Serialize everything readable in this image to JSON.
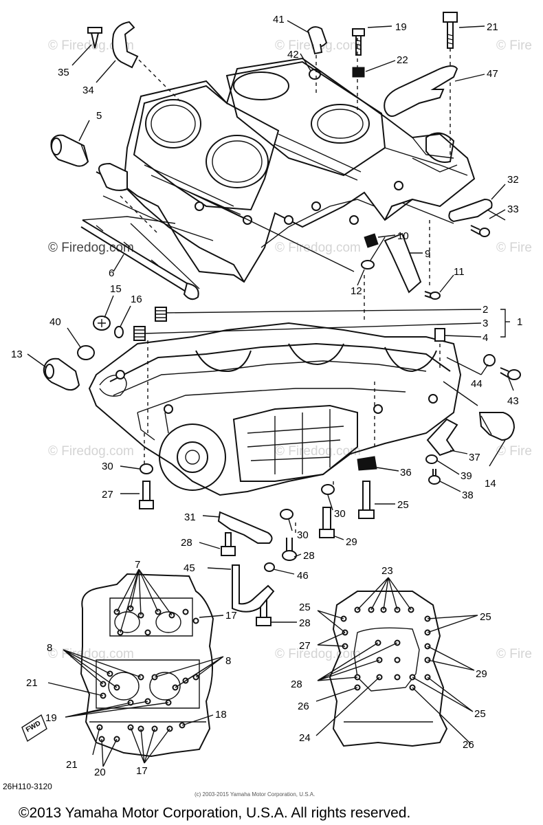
{
  "watermark": {
    "text": "© Firedog.com",
    "faint": "© Firedog.com",
    "edge": "© Fire"
  },
  "diagram_code": "26H110-3120",
  "small_copyright": "(c) 2003-2015 Yamaha Motor Corporation, U.S.A.",
  "copyright": "©2013 Yamaha Motor Corporation, U.S.A. All rights reserved.",
  "forward_label": "FWD",
  "callouts": {
    "c41": "41",
    "c19a": "19",
    "c21a": "21",
    "c42": "42",
    "c22": "22",
    "c35": "35",
    "c34": "34",
    "c47": "47",
    "c5": "5",
    "c32": "32",
    "c33": "33",
    "c10": "10",
    "c9": "9",
    "c6": "6",
    "c11": "11",
    "c12": "12",
    "c15": "15",
    "c16": "16",
    "c2": "2",
    "c3": "3",
    "c1": "1",
    "c4": "4",
    "c40": "40",
    "c13": "13",
    "c44": "44",
    "c43": "43",
    "c14": "14",
    "c37": "37",
    "c39": "39",
    "c38": "38",
    "c36": "36",
    "c30a": "30",
    "c27a": "27",
    "c25a": "25",
    "c30b": "30",
    "c31": "31",
    "c30c": "30",
    "c29a": "29",
    "c28a": "28",
    "c28b": "28",
    "c45": "45",
    "c46": "46",
    "c28c": "28",
    "c7": "7",
    "c17a": "17",
    "c23": "23",
    "c25b": "25",
    "c25c": "25",
    "c8a": "8",
    "c8b": "8",
    "c27b": "27",
    "c29b": "29",
    "c21b": "21",
    "c28d": "28",
    "c19b": "19",
    "c26a": "26",
    "c18": "18",
    "c25d": "25",
    "c24": "24",
    "c26b": "26",
    "c21c": "21",
    "c20": "20",
    "c17b": "17"
  }
}
